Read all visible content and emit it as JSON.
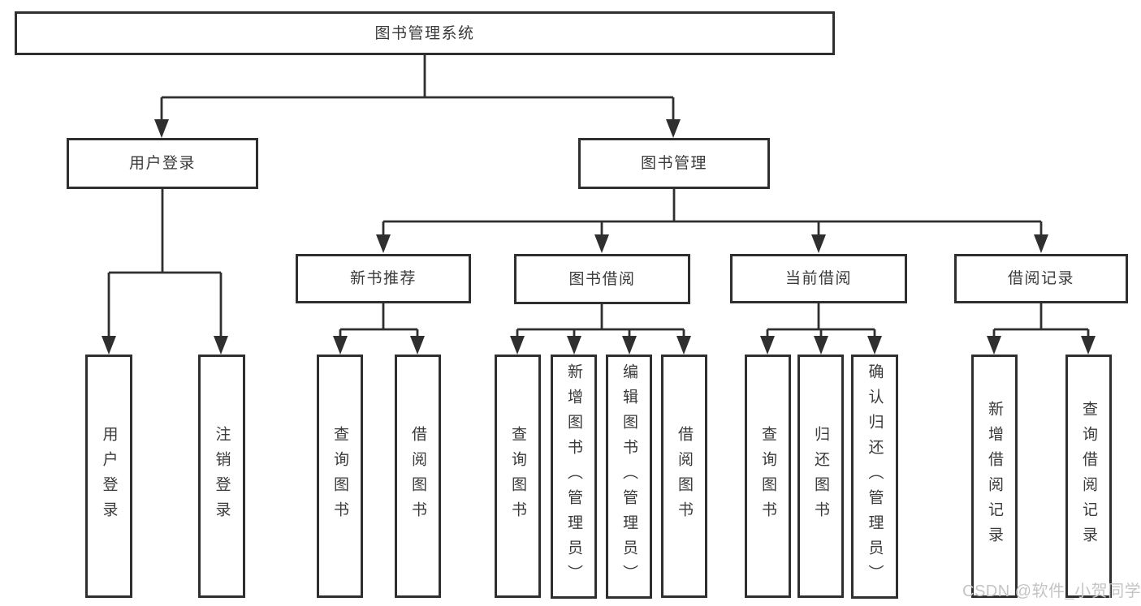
{
  "diagram": {
    "tree": {
      "root": {
        "label": "图书管理系统"
      },
      "children": [
        {
          "label": "用户登录",
          "children": [
            {
              "label": "用户登录"
            },
            {
              "label": "注销登录"
            }
          ]
        },
        {
          "label": "图书管理",
          "children": [
            {
              "label": "新书推荐",
              "children": [
                {
                  "label": "查询图书"
                },
                {
                  "label": "借阅图书"
                }
              ]
            },
            {
              "label": "图书借阅",
              "children": [
                {
                  "label": "查询图书"
                },
                {
                  "label": "新增图书（管理员）"
                },
                {
                  "label": "编辑图书（管理员）"
                },
                {
                  "label": "借阅图书"
                }
              ]
            },
            {
              "label": "当前借阅",
              "children": [
                {
                  "label": "查询图书"
                },
                {
                  "label": "归还图书"
                },
                {
                  "label": "确认归还（管理员）"
                }
              ]
            },
            {
              "label": "借阅记录",
              "children": [
                {
                  "label": "新增借阅记录"
                },
                {
                  "label": "查询借阅记录"
                }
              ]
            }
          ]
        }
      ]
    }
  },
  "watermark": {
    "text": "CSDN @软件_小贺同学",
    "color": "#c4c4c4"
  },
  "colors": {
    "border": "#2f2f2f",
    "text": "#3a3a3a",
    "line": "#2f2f2f",
    "background": "#ffffff"
  }
}
